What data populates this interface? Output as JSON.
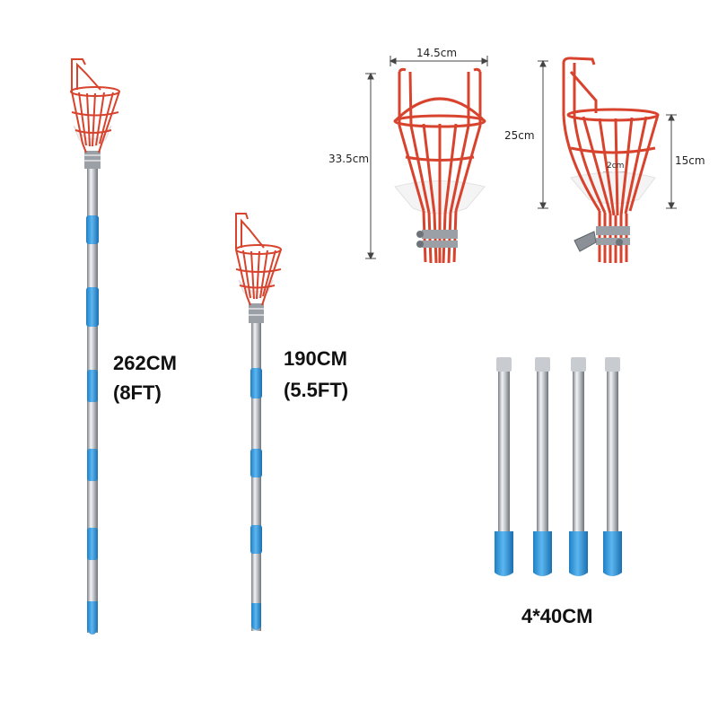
{
  "colors": {
    "basket_red": "#d8432e",
    "sleeve_blue": "#3b9de0",
    "steel": "#b8bcc2",
    "background": "#ffffff"
  },
  "products": {
    "long_pole": {
      "length_cm": "262CM",
      "length_ft": "(8FT)"
    },
    "short_pole": {
      "length_cm": "190CM",
      "length_ft": "(5.5FT)"
    },
    "poles_set": {
      "label": "4*40CM"
    }
  },
  "front_view": {
    "width": "14.5cm",
    "height": "33.5cm"
  },
  "side_view": {
    "height": "25cm",
    "basket_depth": "15cm",
    "gap": "2cm"
  }
}
